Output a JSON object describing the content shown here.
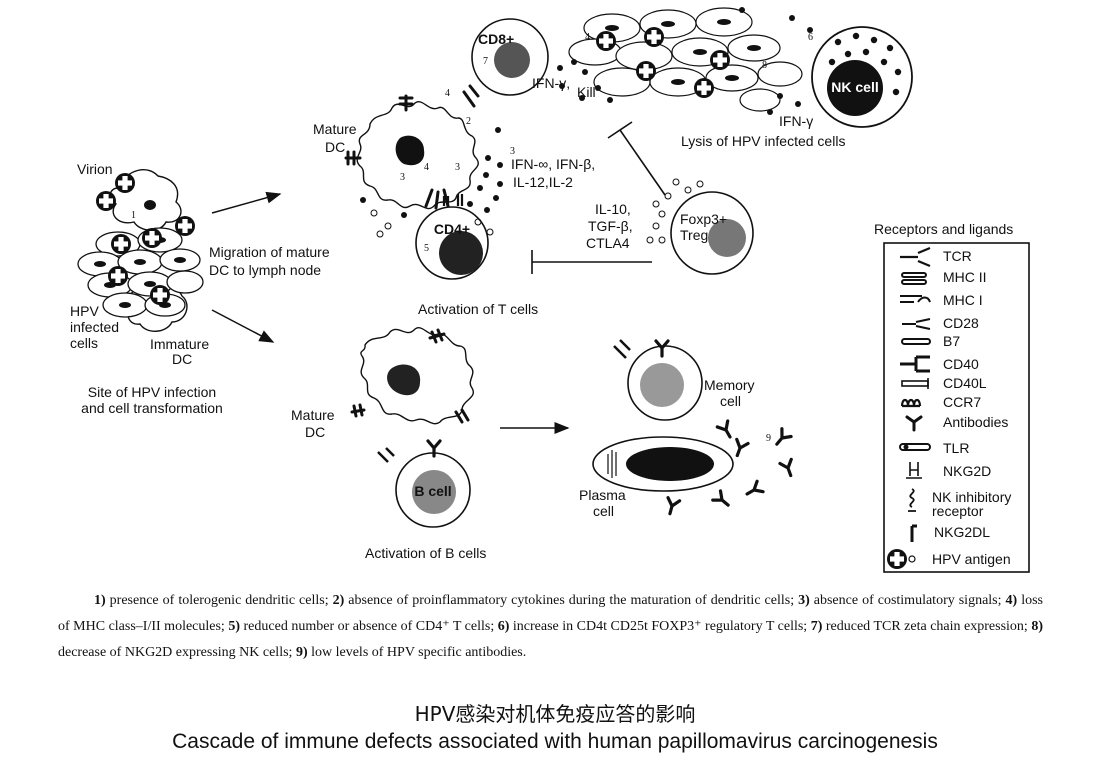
{
  "diagram": {
    "labels": {
      "virion": "Virion",
      "hpv_infected_cells": [
        "HPV",
        "infected",
        "cells"
      ],
      "immature_dc": [
        "Immature",
        "DC"
      ],
      "site": [
        "Site of HPV infection",
        "and cell transformation"
      ],
      "migration": [
        "Migration of mature",
        "DC to lymph node"
      ],
      "mature_dc": [
        "Mature",
        "DC"
      ],
      "cytokines_dc": [
        "IFN-∞, IFN-β,",
        "IL-12,IL-2"
      ],
      "cd4": "CD4+",
      "activation_t": "Activation of T cells",
      "cd8": "CD8+",
      "ifn_kill": "IFN-γ,",
      "kill": "Kill",
      "nk_cell": "NK cell",
      "ifn_gamma": "IFN-γ",
      "lysis": "Lysis of HPV infected cells",
      "treg_cytokines": [
        "IL-10,",
        "TGF-β,",
        "CTLA4"
      ],
      "treg": [
        "Foxp3+",
        "Treg"
      ],
      "mature_dc_b": [
        "Mature",
        "DC"
      ],
      "b_cell": "B cell",
      "activation_b": "Activation of B cells",
      "memory_cell": [
        "Memory",
        "cell"
      ],
      "plasma_cell": [
        "Plasma",
        "cell"
      ]
    },
    "numbers": [
      "1",
      "2",
      "3",
      "3",
      "3",
      "4",
      "4",
      "4",
      "5",
      "6",
      "7",
      "8",
      "9"
    ]
  },
  "legend": {
    "title": "Receptors and ligands",
    "items": [
      {
        "icon": "tcr-icon",
        "label": "TCR"
      },
      {
        "icon": "mhc-ii-icon",
        "label": "MHC II"
      },
      {
        "icon": "mhc-i-icon",
        "label": "MHC I"
      },
      {
        "icon": "cd28-icon",
        "label": "CD28"
      },
      {
        "icon": "b7-icon",
        "label": "B7"
      },
      {
        "icon": "cd40-icon",
        "label": "CD40"
      },
      {
        "icon": "cd40l-icon",
        "label": "CD40L"
      },
      {
        "icon": "ccr7-icon",
        "label": "CCR7"
      },
      {
        "icon": "antibodies-icon",
        "label": "Antibodies"
      },
      {
        "icon": "tlr-icon",
        "label": "TLR"
      },
      {
        "icon": "nkg2d-icon",
        "label": "NKG2D"
      },
      {
        "icon": "nk-inhibitory-receptor-icon",
        "label": [
          "NK inhibitory",
          "receptor"
        ]
      },
      {
        "icon": "nkg2dl-icon",
        "label": "NKG2DL"
      },
      {
        "icon": "hpv-antigen-icon",
        "label": "HPV antigen"
      }
    ]
  },
  "footnote": [
    {
      "n": "1)",
      "t": " presence of tolerogenic dendritic cells; "
    },
    {
      "n": "2)",
      "t": " absence of proinflammatory cytokines during the maturation of dendritic cells; "
    },
    {
      "n": "3)",
      "t": " absence of costimulatory signals; "
    },
    {
      "n": "4)",
      "t": " loss of MHC class–I/II molecules; "
    },
    {
      "n": "5)",
      "t": " reduced number or absence of CD4⁺ T cells; "
    },
    {
      "n": "6)",
      "t": " increase in CD4t CD25t FOXP3⁺ regulatory T cells; "
    },
    {
      "n": "7)",
      "t": " reduced TCR zeta chain expression; "
    },
    {
      "n": "8)",
      "t": " decrease of NKG2D expressing NK cells; "
    },
    {
      "n": "9)",
      "t": " low levels of HPV specific antibodies."
    }
  ],
  "caption_cn": "HPV感染对机体免疫应答的影响",
  "caption_en": "Cascade of immune defects associated with human papillomavirus carcinogenesis"
}
